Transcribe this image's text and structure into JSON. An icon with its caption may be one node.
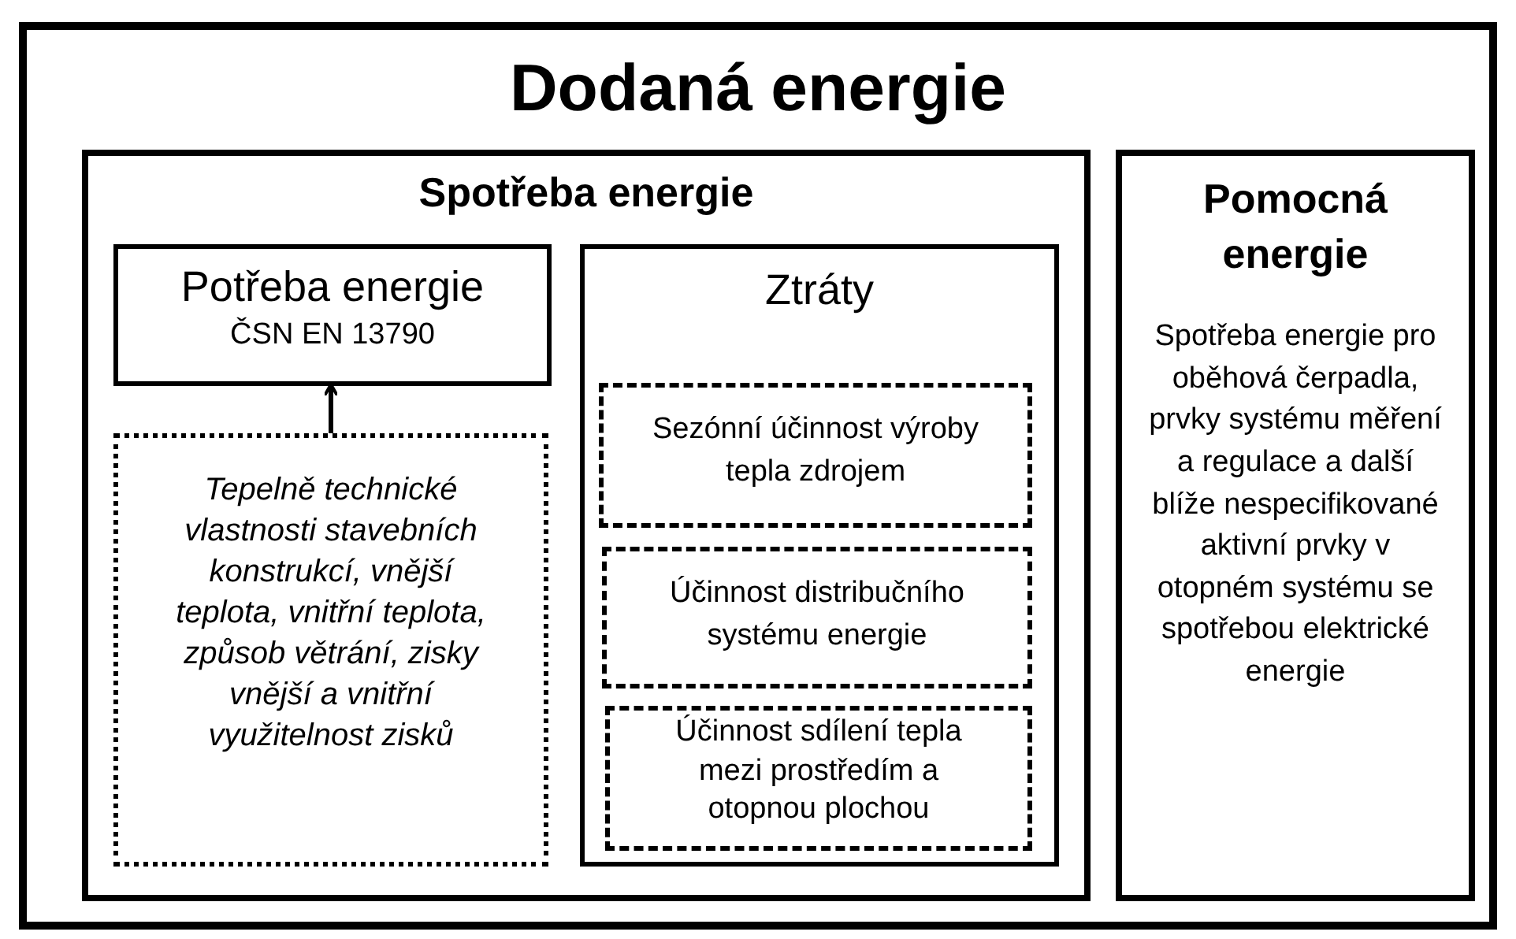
{
  "diagram": {
    "nodes": [
      {
        "text": [
          "Dodaná energie"
        ]
      },
      {
        "text": [
          "Spotřeba energie"
        ],
        "in": 0
      },
      {
        "text": [
          "Potřeba energie",
          "ČSN EN 13790"
        ],
        "in": 1
      },
      {
        "text": [
          "Tepelně technické vlastnosti stavebních konstrukcí, vnější teplota, vnitřní teplota, způsob větrání, zisky vnější a vnitřní využitelnost zisků"
        ],
        "in": 1
      },
      {
        "text": [
          "Ztráty"
        ],
        "in": 1
      },
      {
        "text": [
          "Sezónní účinnost výroby tepla zdrojem"
        ],
        "in": 4
      },
      {
        "text": [
          "Účinnost distribučního systému energie"
        ],
        "in": 4
      },
      {
        "text": [
          "Účinnost sdílení tepla mezi prostředím a otopnou plochou"
        ],
        "in": 4
      },
      {
        "text": [
          "Pomocná energie",
          "Spotřeba energie pro oběhová čerpadla, prvky systému měření a regulace a další blíže nespecifikované aktivní prvky v otopném systému se spotřebou elektrické energie"
        ],
        "in": 0
      }
    ],
    "edges": [
      {
        "from": 3,
        "to": 2,
        "arrow": "to"
      }
    ]
  }
}
